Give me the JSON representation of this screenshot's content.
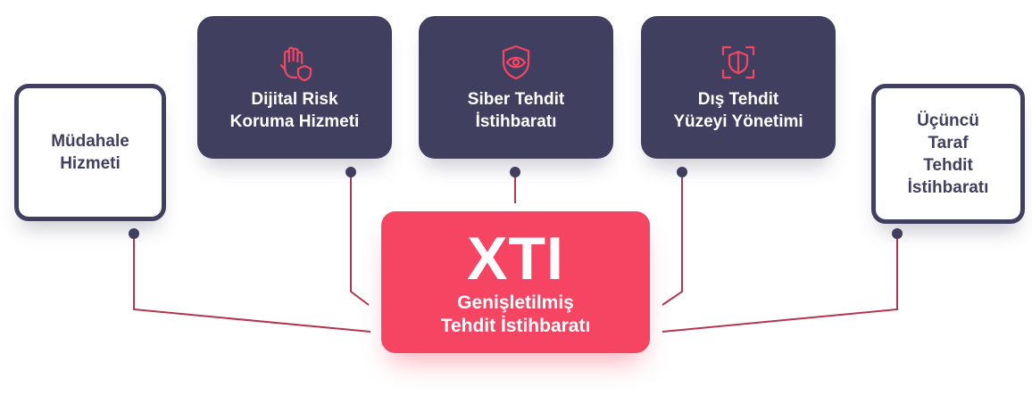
{
  "center": {
    "title": "XTI",
    "subtitle": "Genişletilmiş\nTehdit İstihbaratı"
  },
  "services": [
    {
      "label": "Müdahale\nHizmeti",
      "style": "outline"
    },
    {
      "label": "Dijital Risk\nKoruma Hizmeti",
      "style": "filled",
      "icon": "hand-shield-icon"
    },
    {
      "label": "Siber Tehdit\nİstihbaratı",
      "style": "filled",
      "icon": "shield-eye-icon"
    },
    {
      "label": "Dış Tehdit\nYüzeyi Yönetimi",
      "style": "filled",
      "icon": "scan-shield-icon"
    },
    {
      "label": "Üçüncü\nTaraf\nTehdit\nİstihbaratı",
      "style": "outline"
    }
  ],
  "colors": {
    "navy": "#403f5f",
    "accent": "#f64563",
    "connector": "#b5344f",
    "icon": "#f64563"
  }
}
